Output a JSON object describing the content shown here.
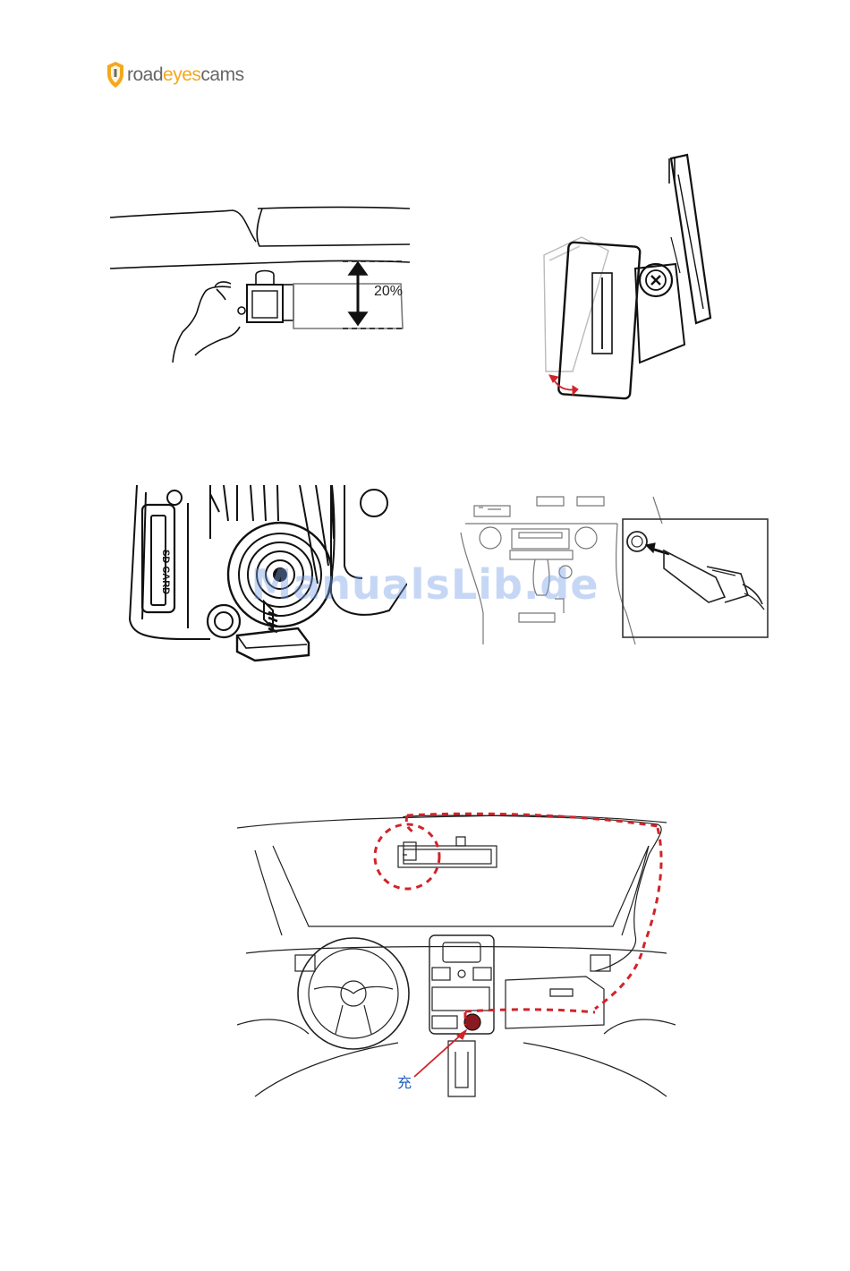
{
  "header": {
    "logo_icon": "shield-icon",
    "logo_part_1": "road",
    "logo_part_2": "eyes",
    "logo_part_3": "cams",
    "logo_highlight_color": "#f4a81c"
  },
  "figures": {
    "mount_position": {
      "percent_label": "20%"
    },
    "sd_card": {
      "slot_label": "SD CARD"
    },
    "dashboard": {
      "charger_label": "充"
    }
  },
  "watermark": {
    "text": "ManualsLib.de"
  },
  "colors": {
    "route_line": "#d0242a",
    "charger_label": "#1f5fbf"
  }
}
